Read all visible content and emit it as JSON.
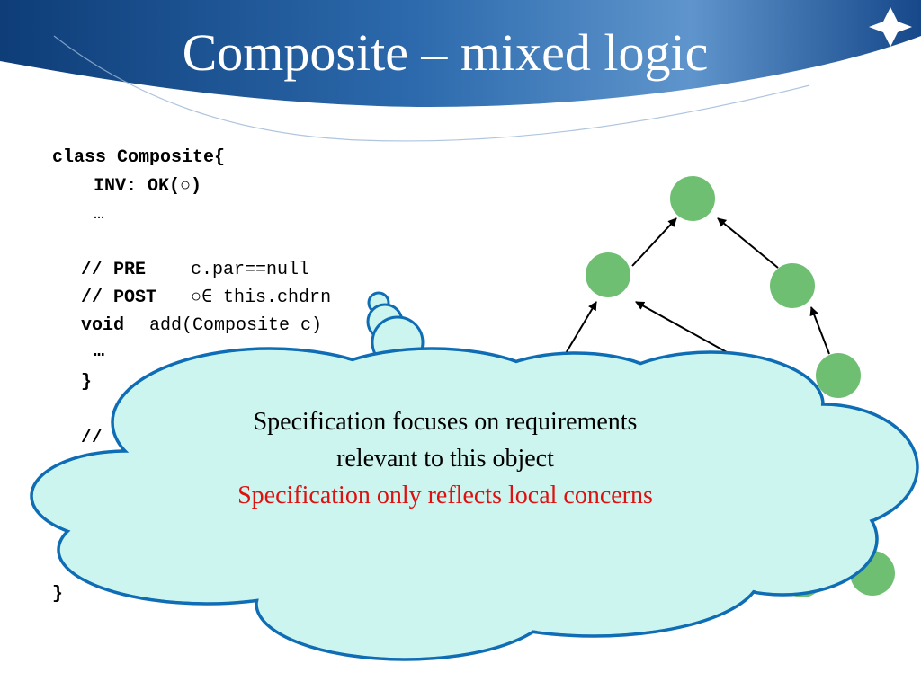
{
  "slide": {
    "title": "Composite – mixed logic"
  },
  "code": {
    "class_decl": "class Composite{",
    "invariant": "INV: OK(○)",
    "ellipsis_1": "…",
    "pre_comment": "// PRE",
    "pre_condition": "c.par==null",
    "post_comment": "// POST",
    "post_condition": "○∈ this.chdrn",
    "method_keyword": "void",
    "method_signature": "add(Composite c)",
    "ellipsis_2": "…",
    "method_close": "}",
    "partial_comment": "//",
    "class_close": "}"
  },
  "callout": {
    "line1": "Specification focuses on requirements",
    "line2": "relevant to this object",
    "line3": "Specification only reflects local concerns",
    "fill_color": "#ccf5ef",
    "border_color": "#0f6db5",
    "highlight_color": "#e01010"
  },
  "graph": {
    "node_color": "#6fbf73"
  }
}
